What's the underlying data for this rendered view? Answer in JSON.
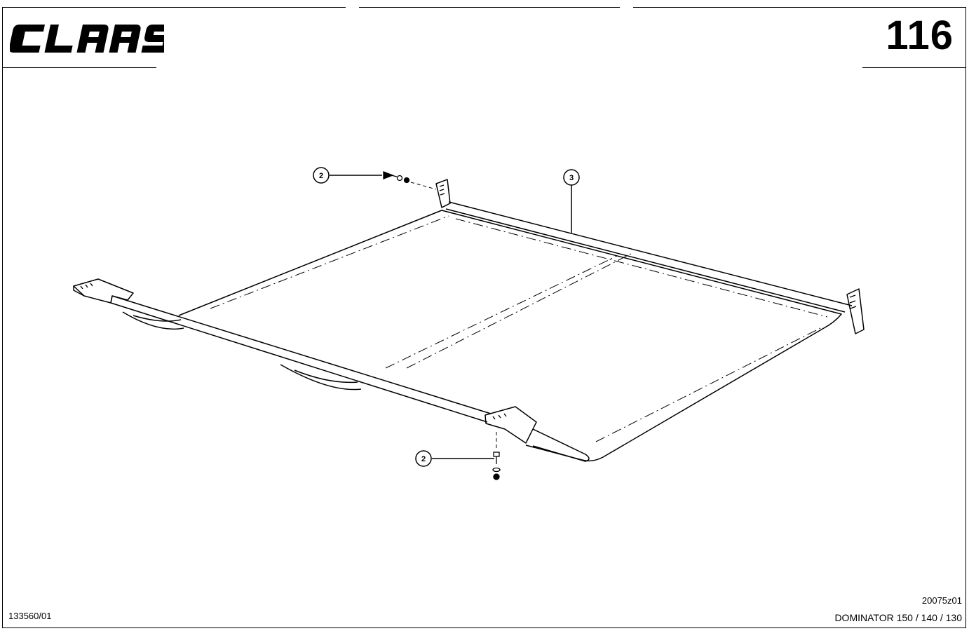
{
  "header": {
    "brand": "CLAAS",
    "page_number": "116"
  },
  "drawing": {
    "callouts": [
      {
        "label": "2"
      },
      {
        "label": "3"
      },
      {
        "label": "2"
      }
    ]
  },
  "footer": {
    "document_id": "133560/01",
    "drawing_number": "20075z01",
    "model": "DOMINATOR 150 / 140 / 130"
  }
}
